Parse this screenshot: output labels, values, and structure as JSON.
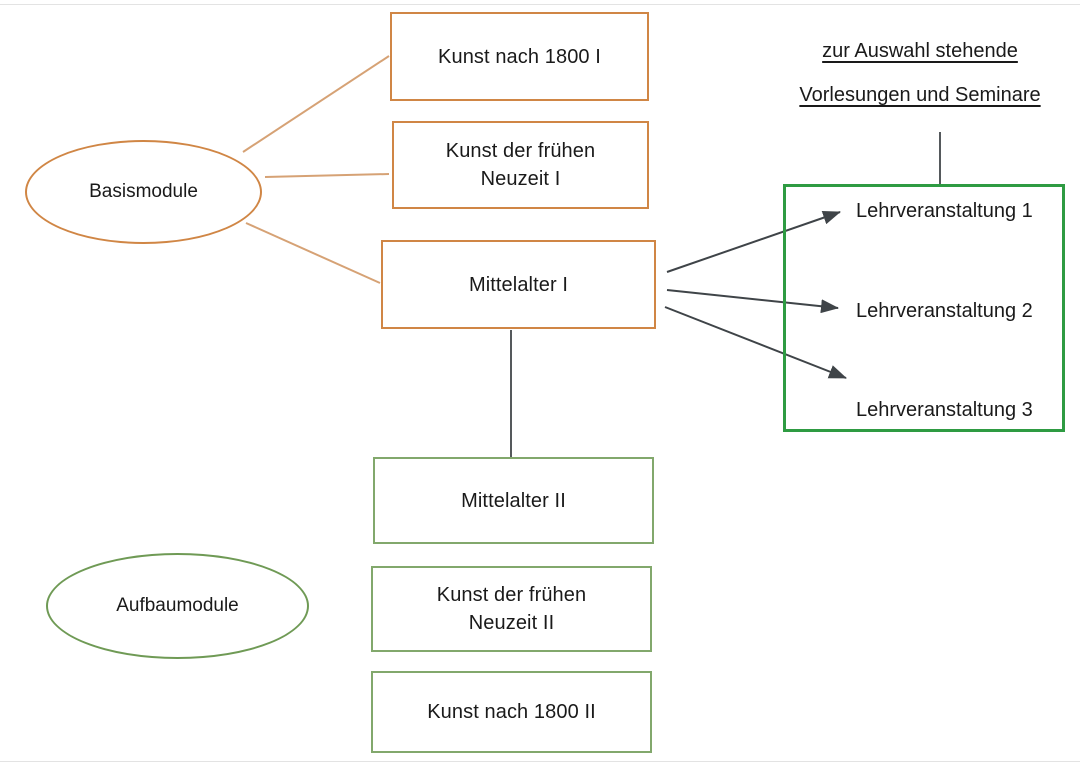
{
  "diagram": {
    "title_heading": {
      "line1": "zur Auswahl stehende",
      "line2": "Vorlesungen und Seminare"
    },
    "groups": [
      {
        "id": "basismodule",
        "label": "Basismodule",
        "color": "#d08645",
        "shape": "ellipse"
      },
      {
        "id": "aufbaumodule",
        "label": "Aufbaumodule",
        "color": "#6f9a55",
        "shape": "ellipse"
      }
    ],
    "basis_modules": [
      {
        "id": "kunst-nach-1800-i",
        "label": "Kunst nach 1800 I"
      },
      {
        "id": "kunst-fruehe-neuzeit-i",
        "label": "Kunst der frühen\nNeuzeit I",
        "line1": "Kunst der frühen",
        "line2": "Neuzeit I"
      },
      {
        "id": "mittelalter-i",
        "label": "Mittelalter I"
      }
    ],
    "aufbau_modules": [
      {
        "id": "mittelalter-ii",
        "label": "Mittelalter II"
      },
      {
        "id": "kunst-fruehe-neuzeit-ii",
        "label": "Kunst der frühen\nNeuzeit II",
        "line1": "Kunst der frühen",
        "line2": "Neuzeit II"
      },
      {
        "id": "kunst-nach-1800-ii",
        "label": "Kunst nach 1800 II"
      }
    ],
    "courses": [
      {
        "id": "lehrveranstaltung-1",
        "label": "Lehrveranstaltung 1"
      },
      {
        "id": "lehrveranstaltung-2",
        "label": "Lehrveranstaltung 2"
      },
      {
        "id": "lehrveranstaltung-3",
        "label": "Lehrveranstaltung 3"
      }
    ],
    "colors": {
      "basis_orange": "#d08645",
      "aufbau_green": "#82a86c",
      "container_green": "#2e9b42",
      "arrow_gray": "#3f4448",
      "text": "#1a1a1a",
      "background": "#ffffff"
    }
  }
}
